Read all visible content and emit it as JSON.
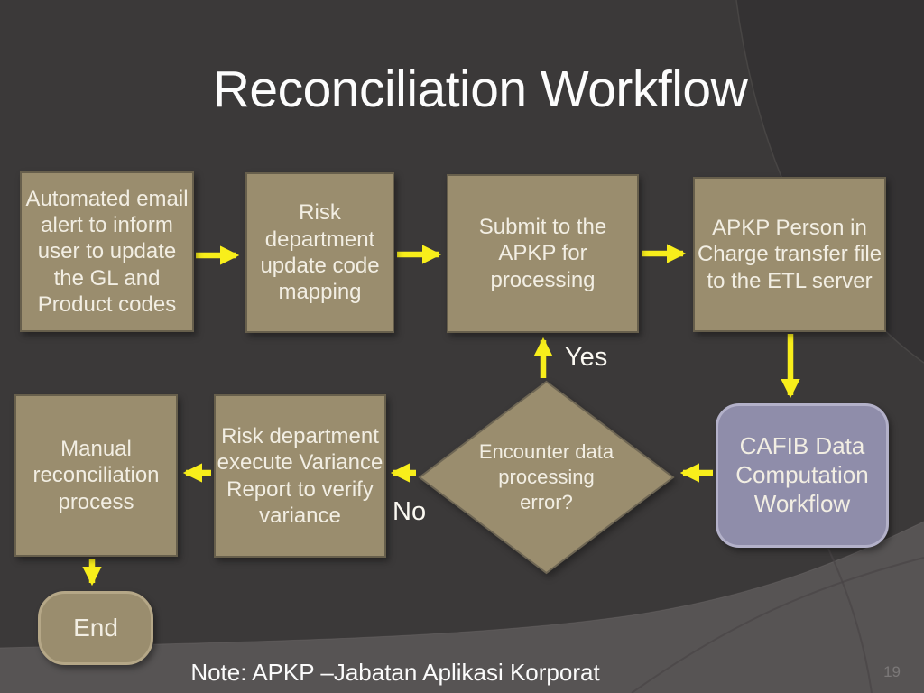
{
  "slide": {
    "title": "Reconciliation Workflow",
    "note": "Note: APKP –Jabatan Aplikasi Korporat",
    "page_number": "19"
  },
  "colors": {
    "background": "#3b3939",
    "background_dark": "#343233",
    "band": "#575454",
    "node_fill": "#9a8d6e",
    "node_border": "#675f4c",
    "cafib_fill": "#8f8daa",
    "cafib_border": "#b3b1c9",
    "end_border": "#b5a787",
    "arrow": "#f8ee1b",
    "text": "#f2eee3"
  },
  "flowchart": {
    "nodes": [
      {
        "id": "automated-email",
        "type": "process",
        "label": "Automated email alert to inform user to update the GL and Product codes"
      },
      {
        "id": "risk-update-mapping",
        "type": "process",
        "label": "Risk department update code mapping"
      },
      {
        "id": "submit-apkp",
        "type": "process",
        "label": "Submit to the APKP for processing"
      },
      {
        "id": "apkp-transfer-etl",
        "type": "process",
        "label": "APKP Person in Charge transfer file to the ETL server"
      },
      {
        "id": "cafib-workflow",
        "type": "subprocess",
        "label": "CAFIB Data Computation Workflow"
      },
      {
        "id": "decision-error",
        "type": "decision",
        "label": "Encounter data processing error?"
      },
      {
        "id": "risk-variance-report",
        "type": "process",
        "label": "Risk department execute Variance Report to verify variance"
      },
      {
        "id": "manual-reconciliation",
        "type": "process",
        "label": "Manual reconciliation process"
      },
      {
        "id": "end",
        "type": "terminator",
        "label": "End"
      }
    ],
    "branch_labels": {
      "yes": "Yes",
      "no": "No"
    }
  }
}
